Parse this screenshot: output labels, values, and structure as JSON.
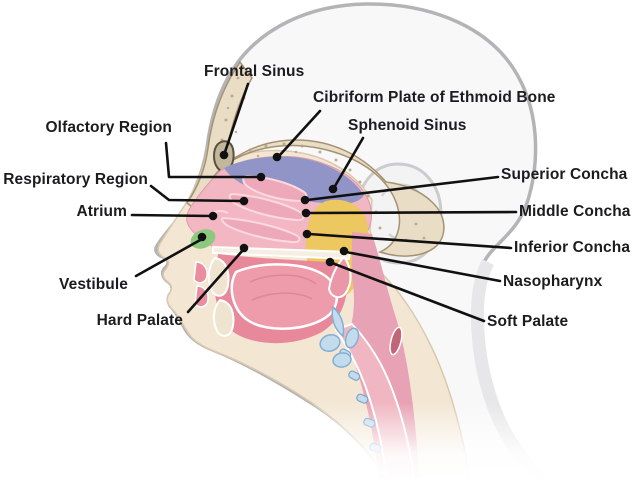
{
  "diagram": {
    "type": "anatomical-diagram",
    "subject": "Sagittal section of head showing nasal cavity regions and pharynx",
    "labels": [
      {
        "id": "frontal-sinus",
        "text": "Frontal Sinus"
      },
      {
        "id": "cibriform-plate",
        "text": "Cibriform Plate of Ethmoid Bone"
      },
      {
        "id": "sphenoid-sinus",
        "text": "Sphenoid Sinus"
      },
      {
        "id": "olfactory-region",
        "text": "Olfactory Region"
      },
      {
        "id": "superior-concha",
        "text": "Superior Concha"
      },
      {
        "id": "respiratory-region",
        "text": "Respiratory Region"
      },
      {
        "id": "atrium",
        "text": "Atrium"
      },
      {
        "id": "middle-concha",
        "text": "Middle Concha"
      },
      {
        "id": "inferior-concha",
        "text": "Inferior Concha"
      },
      {
        "id": "nasopharynx",
        "text": "Nasopharynx"
      },
      {
        "id": "vestibule",
        "text": "Vestibule"
      },
      {
        "id": "hard-palate",
        "text": "Hard Palate"
      },
      {
        "id": "soft-palate",
        "text": "Soft Palate"
      }
    ],
    "colors": {
      "label_text": "#1c1c1e",
      "leader_line": "#111111",
      "head_outline": "#b4b4b6",
      "head_fill": "#f8f8f9",
      "skin_beige": "#f3e7d4",
      "bone_speckled": "#e9ddc6",
      "bone_edge": "#a59272",
      "sinus_blob": "#c3b79b",
      "sphenoid_blob": "#a89878",
      "cavity_pink": "#f2b7c2",
      "olfactory_purple": "#9194c7",
      "nasopharynx_yellow": "#edc75f",
      "vestibule_green": "#8cc87d",
      "concha_pink": "#eda9b9",
      "mouth_pink": "#ee9cab",
      "deep_pink": "#e8a2b5",
      "cartilage_blue": "#c2dcee"
    }
  }
}
